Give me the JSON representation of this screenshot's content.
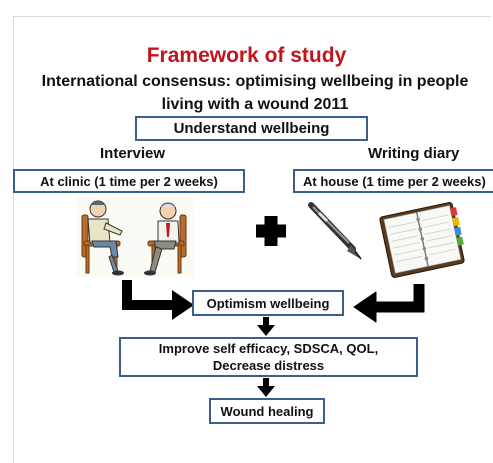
{
  "title": "Framework of study",
  "subtitle": "International consensus: optimising wellbeing in people living with a wound 2011",
  "understand": "Understand  wellbeing",
  "interview": {
    "heading": "Interview",
    "box": "At clinic (1 time per 2 weeks)"
  },
  "diary": {
    "heading": "Writing diary",
    "box": "At house (1 time per 2 weeks)"
  },
  "flow": {
    "optimism": "Optimism wellbeing",
    "improve_line1": "Improve self efficacy, SDSCA, QOL,",
    "improve_line2": "Decrease distress",
    "healing": "Wound healing"
  },
  "colors": {
    "title": "#c0161e",
    "box_border": "#3a5f8a",
    "arrow": "#000000"
  },
  "icons": [
    "people-talking-illustration",
    "plus-icon",
    "pen-icon",
    "diary-notebook-icon"
  ]
}
